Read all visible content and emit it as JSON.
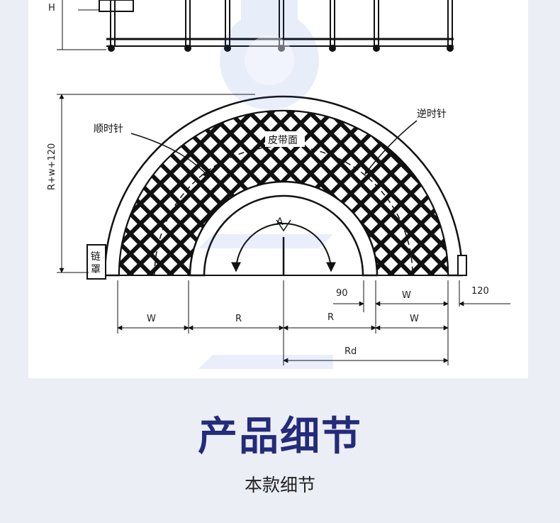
{
  "diagram": {
    "labels": {
      "h": "H",
      "height_dim": "R+w+120",
      "clockwise": "顺时针",
      "counterclockwise": "逆时针",
      "belt_surface": "皮带面",
      "chain_cover": "链罩",
      "a": "A",
      "d90": "90",
      "w_upper": "W",
      "d120": "120",
      "w_left": "W",
      "r_left": "R",
      "r_right": "R",
      "w_right": "W",
      "rd": "Rd"
    }
  },
  "heading": "产品细节",
  "subheading": "本款细节",
  "colors": {
    "heading": "#232b7a",
    "watermark": "#2d5bd8"
  }
}
